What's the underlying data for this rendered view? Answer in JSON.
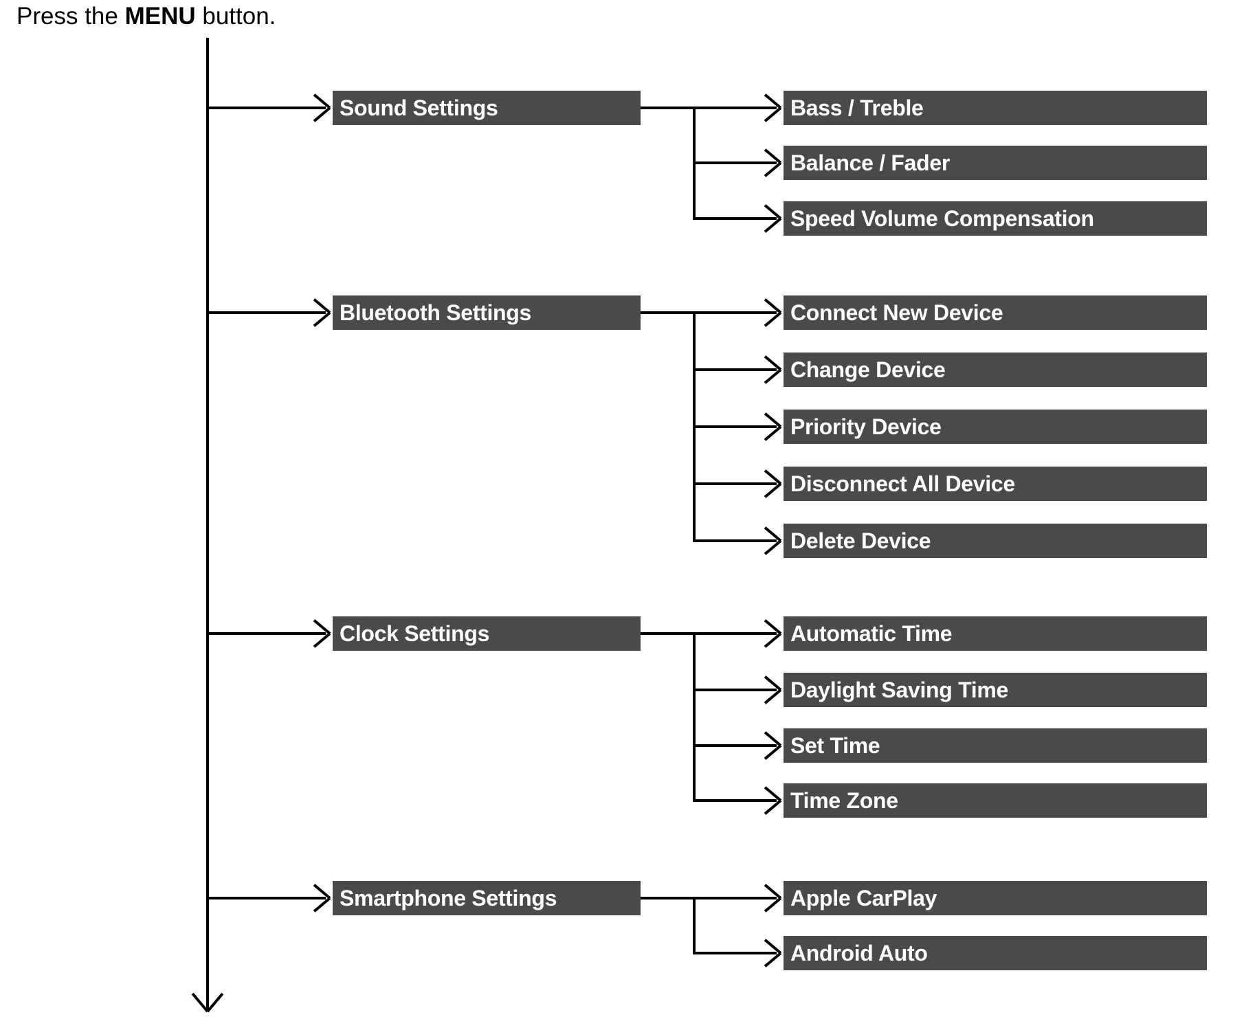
{
  "instruction": {
    "prefix": "Press the ",
    "bold": "MENU",
    "suffix": " button."
  },
  "menu": {
    "groups": [
      {
        "label": "Sound Settings",
        "items": [
          "Bass / Treble",
          "Balance / Fader",
          "Speed Volume Compensation"
        ]
      },
      {
        "label": "Bluetooth Settings",
        "items": [
          "Connect New Device",
          "Change Device",
          "Priority Device",
          "Disconnect All Device",
          "Delete Device"
        ]
      },
      {
        "label": "Clock Settings",
        "items": [
          "Automatic Time",
          "Daylight Saving Time",
          "Set Time",
          "Time Zone"
        ]
      },
      {
        "label": "Smartphone Settings",
        "items": [
          "Apple CarPlay",
          "Android Auto"
        ]
      }
    ]
  },
  "colors": {
    "box_background": "#4a4a4a",
    "box_text": "#ffffff",
    "line": "#000000"
  }
}
